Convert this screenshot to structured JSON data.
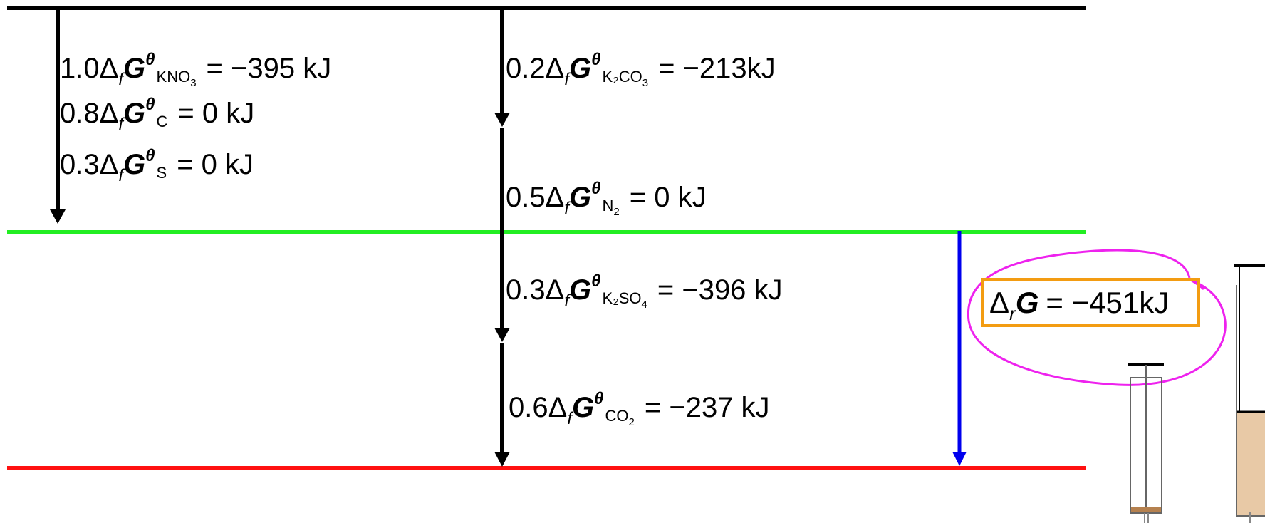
{
  "levels": [
    {
      "name": "reactants-level",
      "color": "#000000"
    },
    {
      "name": "elements-level",
      "color": "#22ee22"
    },
    {
      "name": "products-level",
      "color": "#ff1111"
    }
  ],
  "arrows": {
    "left_color": "#000000",
    "middle_color": "#000000",
    "total_color": "#0000ee"
  },
  "steps": [
    {
      "coef": "1.0Δ",
      "species": "KNO",
      "sub": "3",
      "value": "= −395 kJ"
    },
    {
      "coef": "0.8Δ",
      "species": "C",
      "sub": "",
      "value": "= 0 kJ"
    },
    {
      "coef": "0.3Δ",
      "species": "S",
      "sub": "",
      "value": "= 0 kJ"
    },
    {
      "coef": "0.2Δ",
      "species": "K₂CO",
      "sub": "3",
      "value": "= −213kJ"
    },
    {
      "coef": "0.5Δ",
      "species": "N",
      "sub": "2",
      "value": "= 0 kJ"
    },
    {
      "coef": "0.3Δ",
      "species": "K₂SO",
      "sub": "4",
      "value": "= −396 kJ"
    },
    {
      "coef": "0.6Δ",
      "species": "CO",
      "sub": "2",
      "value": "= −237 kJ"
    }
  ],
  "symbols": {
    "f": "f",
    "G": "G",
    "theta": "θ",
    "r": "r"
  },
  "result": {
    "delta": "Δ",
    "G": "G",
    "value": "= −451kJ",
    "box_color": "#f39c12",
    "circle_color": "#ee22ee"
  },
  "illustration": {
    "liquid_color": "#e8c9a6",
    "small_liquid_color": "#b5814f"
  }
}
